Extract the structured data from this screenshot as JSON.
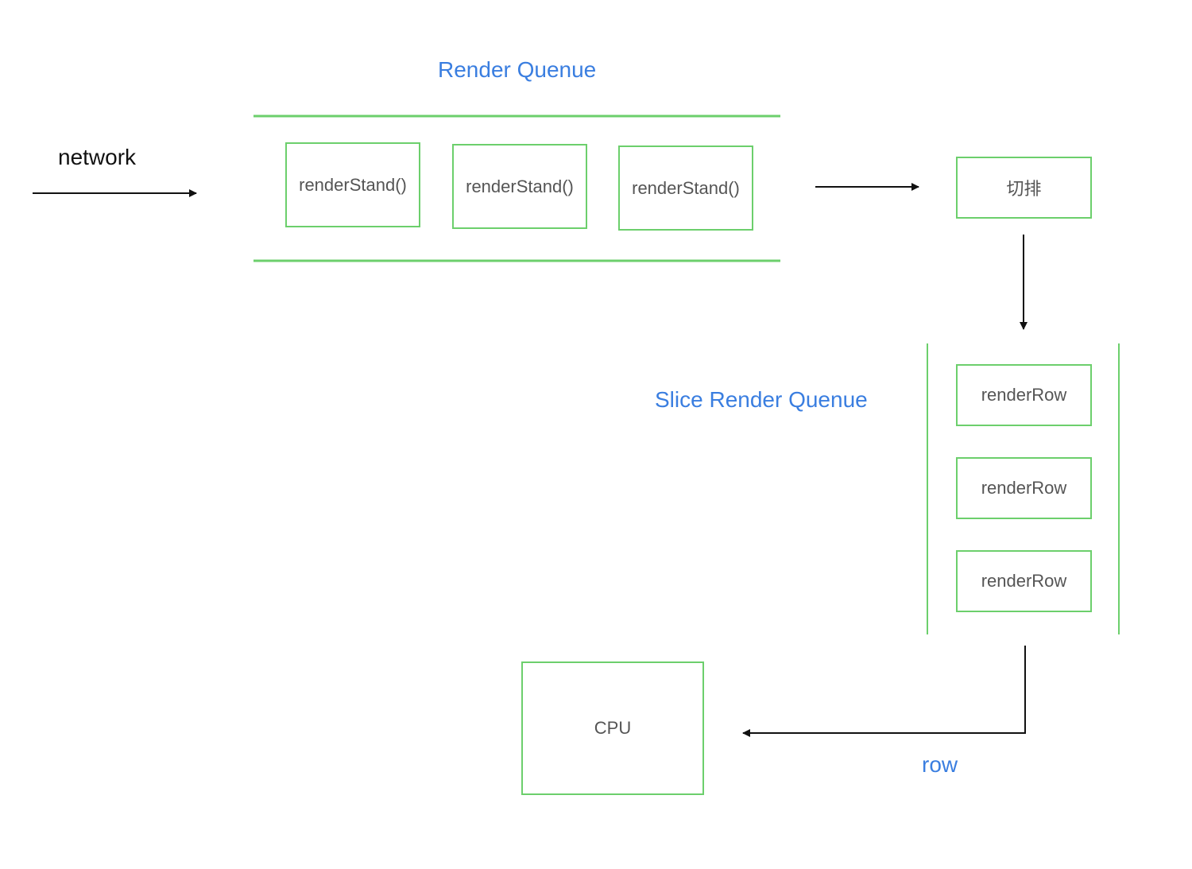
{
  "diagram": {
    "title": "Render Quenue",
    "input_label": "network",
    "render_queue": {
      "items": [
        "renderStand()",
        "renderStand()",
        "renderStand()"
      ]
    },
    "slice_node": "切排",
    "slice_queue": {
      "title": "Slice Render Quenue",
      "items": [
        "renderRow",
        "renderRow",
        "renderRow"
      ]
    },
    "cpu_node": "CPU",
    "row_label": "row"
  },
  "colors": {
    "accent_blue": "#3a7ee0",
    "queue_green": "#6ccf6c",
    "arrow": "#111111",
    "box_text": "#555555"
  }
}
